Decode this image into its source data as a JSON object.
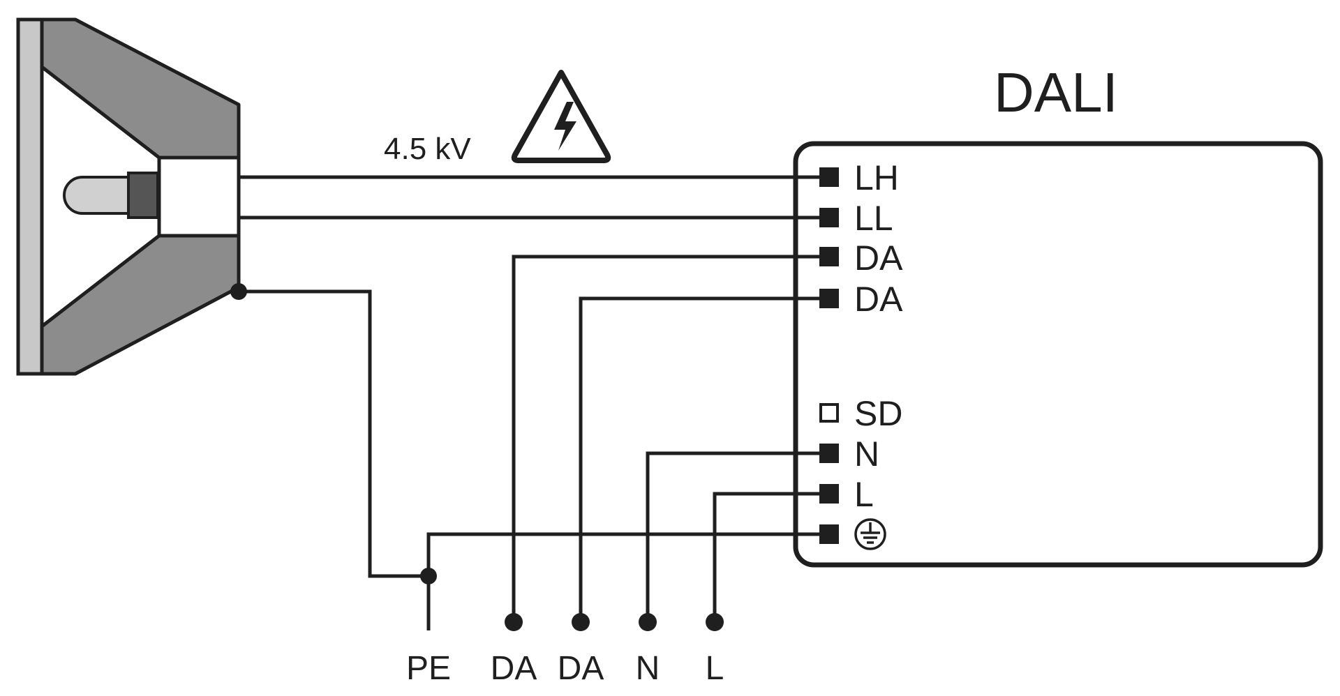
{
  "device": {
    "title": "DALI",
    "terminals": [
      {
        "label": "LH",
        "filled": true
      },
      {
        "label": "LL",
        "filled": true
      },
      {
        "label": "DA",
        "filled": true
      },
      {
        "label": "DA",
        "filled": true
      },
      {
        "label": "SD",
        "filled": false
      },
      {
        "label": "N",
        "filled": true
      },
      {
        "label": "L",
        "filled": true
      },
      {
        "label": "",
        "symbol": "earth-ground-icon",
        "filled": true
      }
    ]
  },
  "high_voltage": {
    "label": "4.5 kV",
    "icon": "high-voltage-warning-icon"
  },
  "mains_terminals": [
    "PE",
    "DA",
    "DA",
    "N",
    "L"
  ],
  "colors": {
    "line": "#1f1f1f",
    "lamp_body": "#8c8c8c",
    "lamp_lens": "#c8c8c8",
    "bulb": "#d0d0d0",
    "socket": "#555555"
  }
}
